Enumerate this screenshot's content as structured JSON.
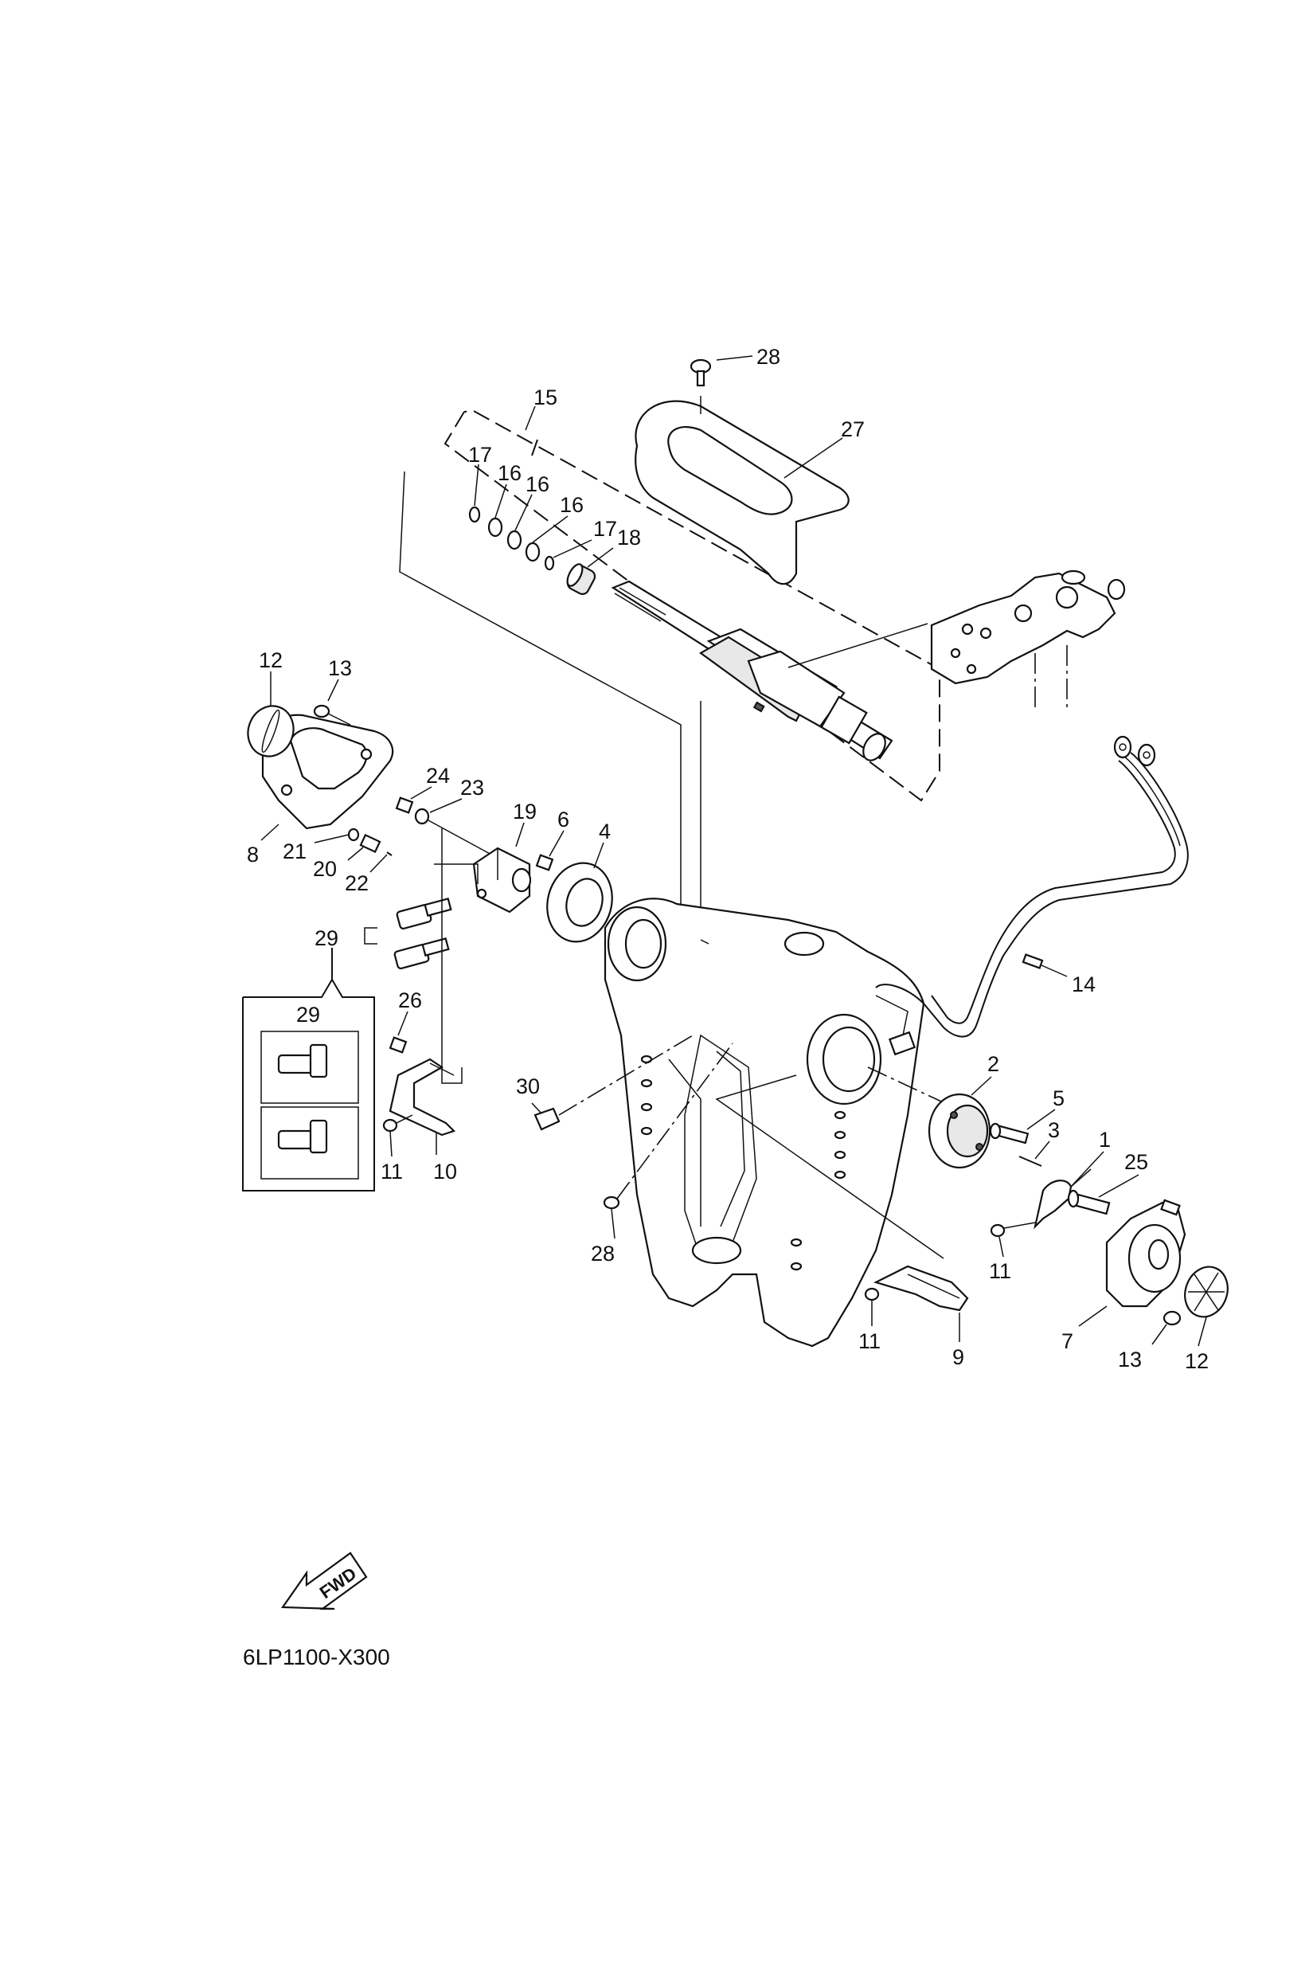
{
  "diagram": {
    "drawing_code": "6LP1100-X300",
    "fwd_label": "FWD",
    "callouts": [
      {
        "id": "c28a",
        "text": "28"
      },
      {
        "id": "c15",
        "text": "15"
      },
      {
        "id": "c27",
        "text": "27"
      },
      {
        "id": "c17a",
        "text": "17"
      },
      {
        "id": "c16a",
        "text": "16"
      },
      {
        "id": "c16b",
        "text": "16"
      },
      {
        "id": "c16c",
        "text": "16"
      },
      {
        "id": "c17b",
        "text": "17"
      },
      {
        "id": "c18",
        "text": "18"
      },
      {
        "id": "c12a",
        "text": "12"
      },
      {
        "id": "c13a",
        "text": "13"
      },
      {
        "id": "c8",
        "text": "8"
      },
      {
        "id": "c24",
        "text": "24"
      },
      {
        "id": "c23",
        "text": "23"
      },
      {
        "id": "c19",
        "text": "19"
      },
      {
        "id": "c6",
        "text": "6"
      },
      {
        "id": "c4",
        "text": "4"
      },
      {
        "id": "c21",
        "text": "21"
      },
      {
        "id": "c20",
        "text": "20"
      },
      {
        "id": "c22",
        "text": "22"
      },
      {
        "id": "c29a",
        "text": "29"
      },
      {
        "id": "c29b",
        "text": "29"
      },
      {
        "id": "c26",
        "text": "26"
      },
      {
        "id": "c11a",
        "text": "11"
      },
      {
        "id": "c10",
        "text": "10"
      },
      {
        "id": "c14",
        "text": "14"
      },
      {
        "id": "c30",
        "text": "30"
      },
      {
        "id": "c2",
        "text": "2"
      },
      {
        "id": "c5",
        "text": "5"
      },
      {
        "id": "c3",
        "text": "3"
      },
      {
        "id": "c1",
        "text": "1"
      },
      {
        "id": "c25",
        "text": "25"
      },
      {
        "id": "c28b",
        "text": "28"
      },
      {
        "id": "c11b",
        "text": "11"
      },
      {
        "id": "c11c",
        "text": "11"
      },
      {
        "id": "c9",
        "text": "9"
      },
      {
        "id": "c7",
        "text": "7"
      },
      {
        "id": "c13b",
        "text": "13"
      },
      {
        "id": "c12b",
        "text": "12"
      }
    ]
  }
}
